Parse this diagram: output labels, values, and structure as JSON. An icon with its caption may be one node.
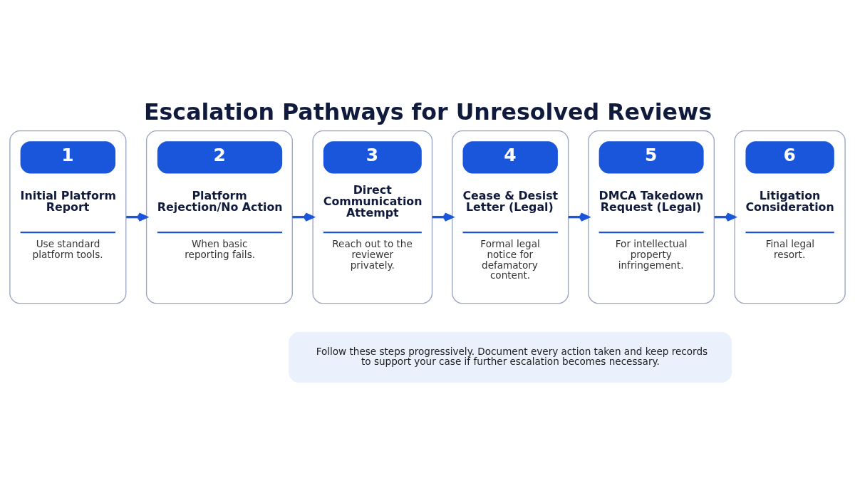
{
  "diagram": {
    "title": "Escalation Pathways for Unresolved Reviews",
    "nodes": [
      {
        "text": [
          "1",
          "Initial Platform Report",
          "Use standard platform tools."
        ]
      },
      {
        "text": [
          "2",
          "Platform Rejection/No Action",
          "When basic reporting fails."
        ]
      },
      {
        "text": [
          "3",
          "Direct Communication Attempt",
          "Reach out to the reviewer privately."
        ]
      },
      {
        "text": [
          "4",
          "Cease & Desist Letter (Legal)",
          "Formal legal notice for defamatory content."
        ]
      },
      {
        "text": [
          "5",
          "DMCA Takedown Request (Legal)",
          "For intellectual property infringement."
        ]
      },
      {
        "text": [
          "6",
          "Litigation Consideration",
          "Final legal resort."
        ]
      },
      {
        "text": [
          "Follow these steps progressively. Document every action taken and keep records to support your case if further escalation becomes necessary."
        ]
      }
    ],
    "edges": [
      {
        "from": 0,
        "to": 1,
        "arrow": "to"
      },
      {
        "from": 1,
        "to": 2,
        "arrow": "to"
      },
      {
        "from": 2,
        "to": 3,
        "arrow": "to"
      },
      {
        "from": 3,
        "to": 4,
        "arrow": "to"
      },
      {
        "from": 4,
        "to": 5,
        "arrow": "to"
      }
    ]
  }
}
